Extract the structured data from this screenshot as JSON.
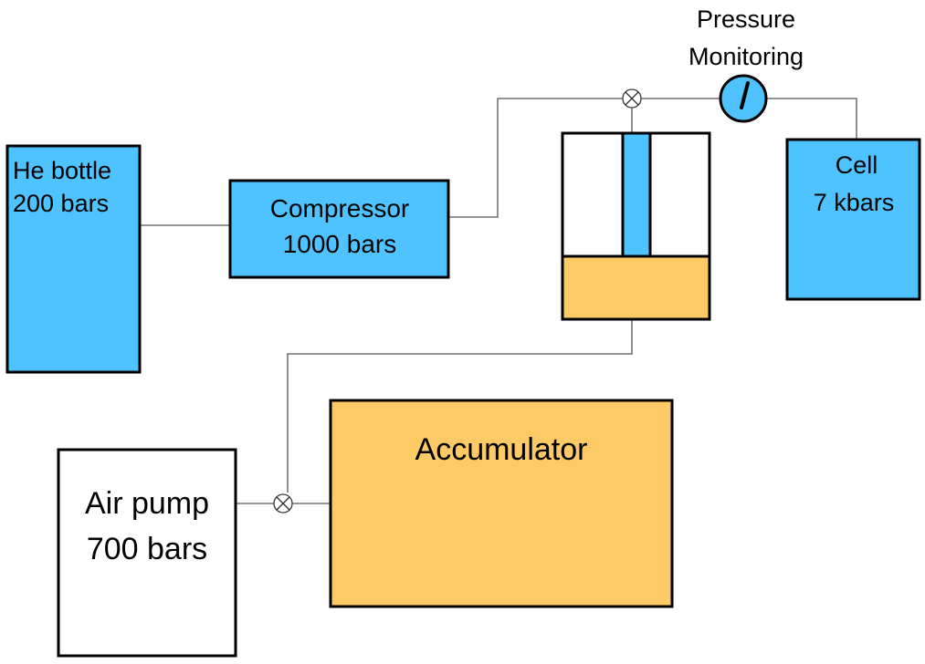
{
  "colors": {
    "blue": "#4fc3ff",
    "orange": "#fdca66",
    "white": "#ffffff",
    "outline": "#000000",
    "wire": "#555555"
  },
  "components": {
    "he_bottle": {
      "line1": "He bottle",
      "line2": "200 bars"
    },
    "compressor": {
      "line1": "Compressor",
      "line2": "1000 bars"
    },
    "cell": {
      "line1": "Cell",
      "line2": "7 kbars"
    },
    "air_pump": {
      "line1": "Air pump",
      "line2": "700 bars"
    },
    "accumulator": {
      "label": "Accumulator"
    },
    "pressure_monitoring": {
      "line1": "Pressure",
      "line2": "Monitoring"
    }
  },
  "icons": {
    "valves": [
      "valve-icon",
      "valve-icon"
    ],
    "gauge": "pressure-gauge-icon",
    "piston": "intensifier-piston-icon"
  }
}
